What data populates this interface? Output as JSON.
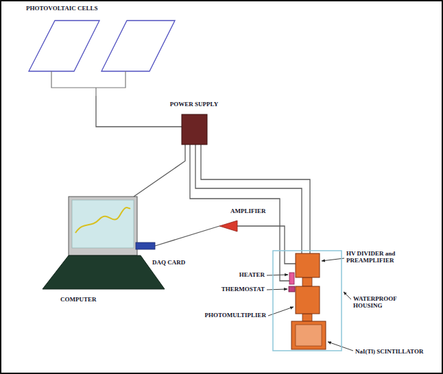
{
  "diagram": {
    "nodes": [
      {
        "text": [
          "PHOTOVOLTAIC CELLS"
        ]
      },
      {
        "text": [
          "POWER SUPPLY"
        ]
      },
      {
        "text": [
          "COMPUTER"
        ]
      },
      {
        "text": [
          "DAQ CARD"
        ]
      },
      {
        "text": [
          "AMPLIFIER"
        ]
      },
      {
        "text": [
          "WATERPROOF HOUSING"
        ]
      },
      {
        "text": [
          "HV DIVIDER and PREAMPLIFIER"
        ],
        "in": 5
      },
      {
        "text": [
          "HEATER"
        ],
        "in": 5
      },
      {
        "text": [
          "THERMOSTAT"
        ],
        "in": 5
      },
      {
        "text": [
          "PHOTOMULTIPLIER"
        ],
        "in": 5
      },
      {
        "text": [
          "NaI(Tl) SCINTILLATOR"
        ],
        "in": 5
      }
    ],
    "edges": [
      {
        "from": 0,
        "to": 1,
        "arrow": "none"
      },
      {
        "from": 1,
        "to": 2,
        "arrow": "none"
      },
      {
        "from": 1,
        "to": 7,
        "arrow": "none"
      },
      {
        "from": 1,
        "to": 6,
        "arrow": "none"
      },
      {
        "from": 1,
        "to": 6,
        "arrow": "none"
      },
      {
        "from": 6,
        "to": 4,
        "arrow": "none"
      },
      {
        "from": 4,
        "to": 3,
        "arrow": "none"
      }
    ]
  }
}
